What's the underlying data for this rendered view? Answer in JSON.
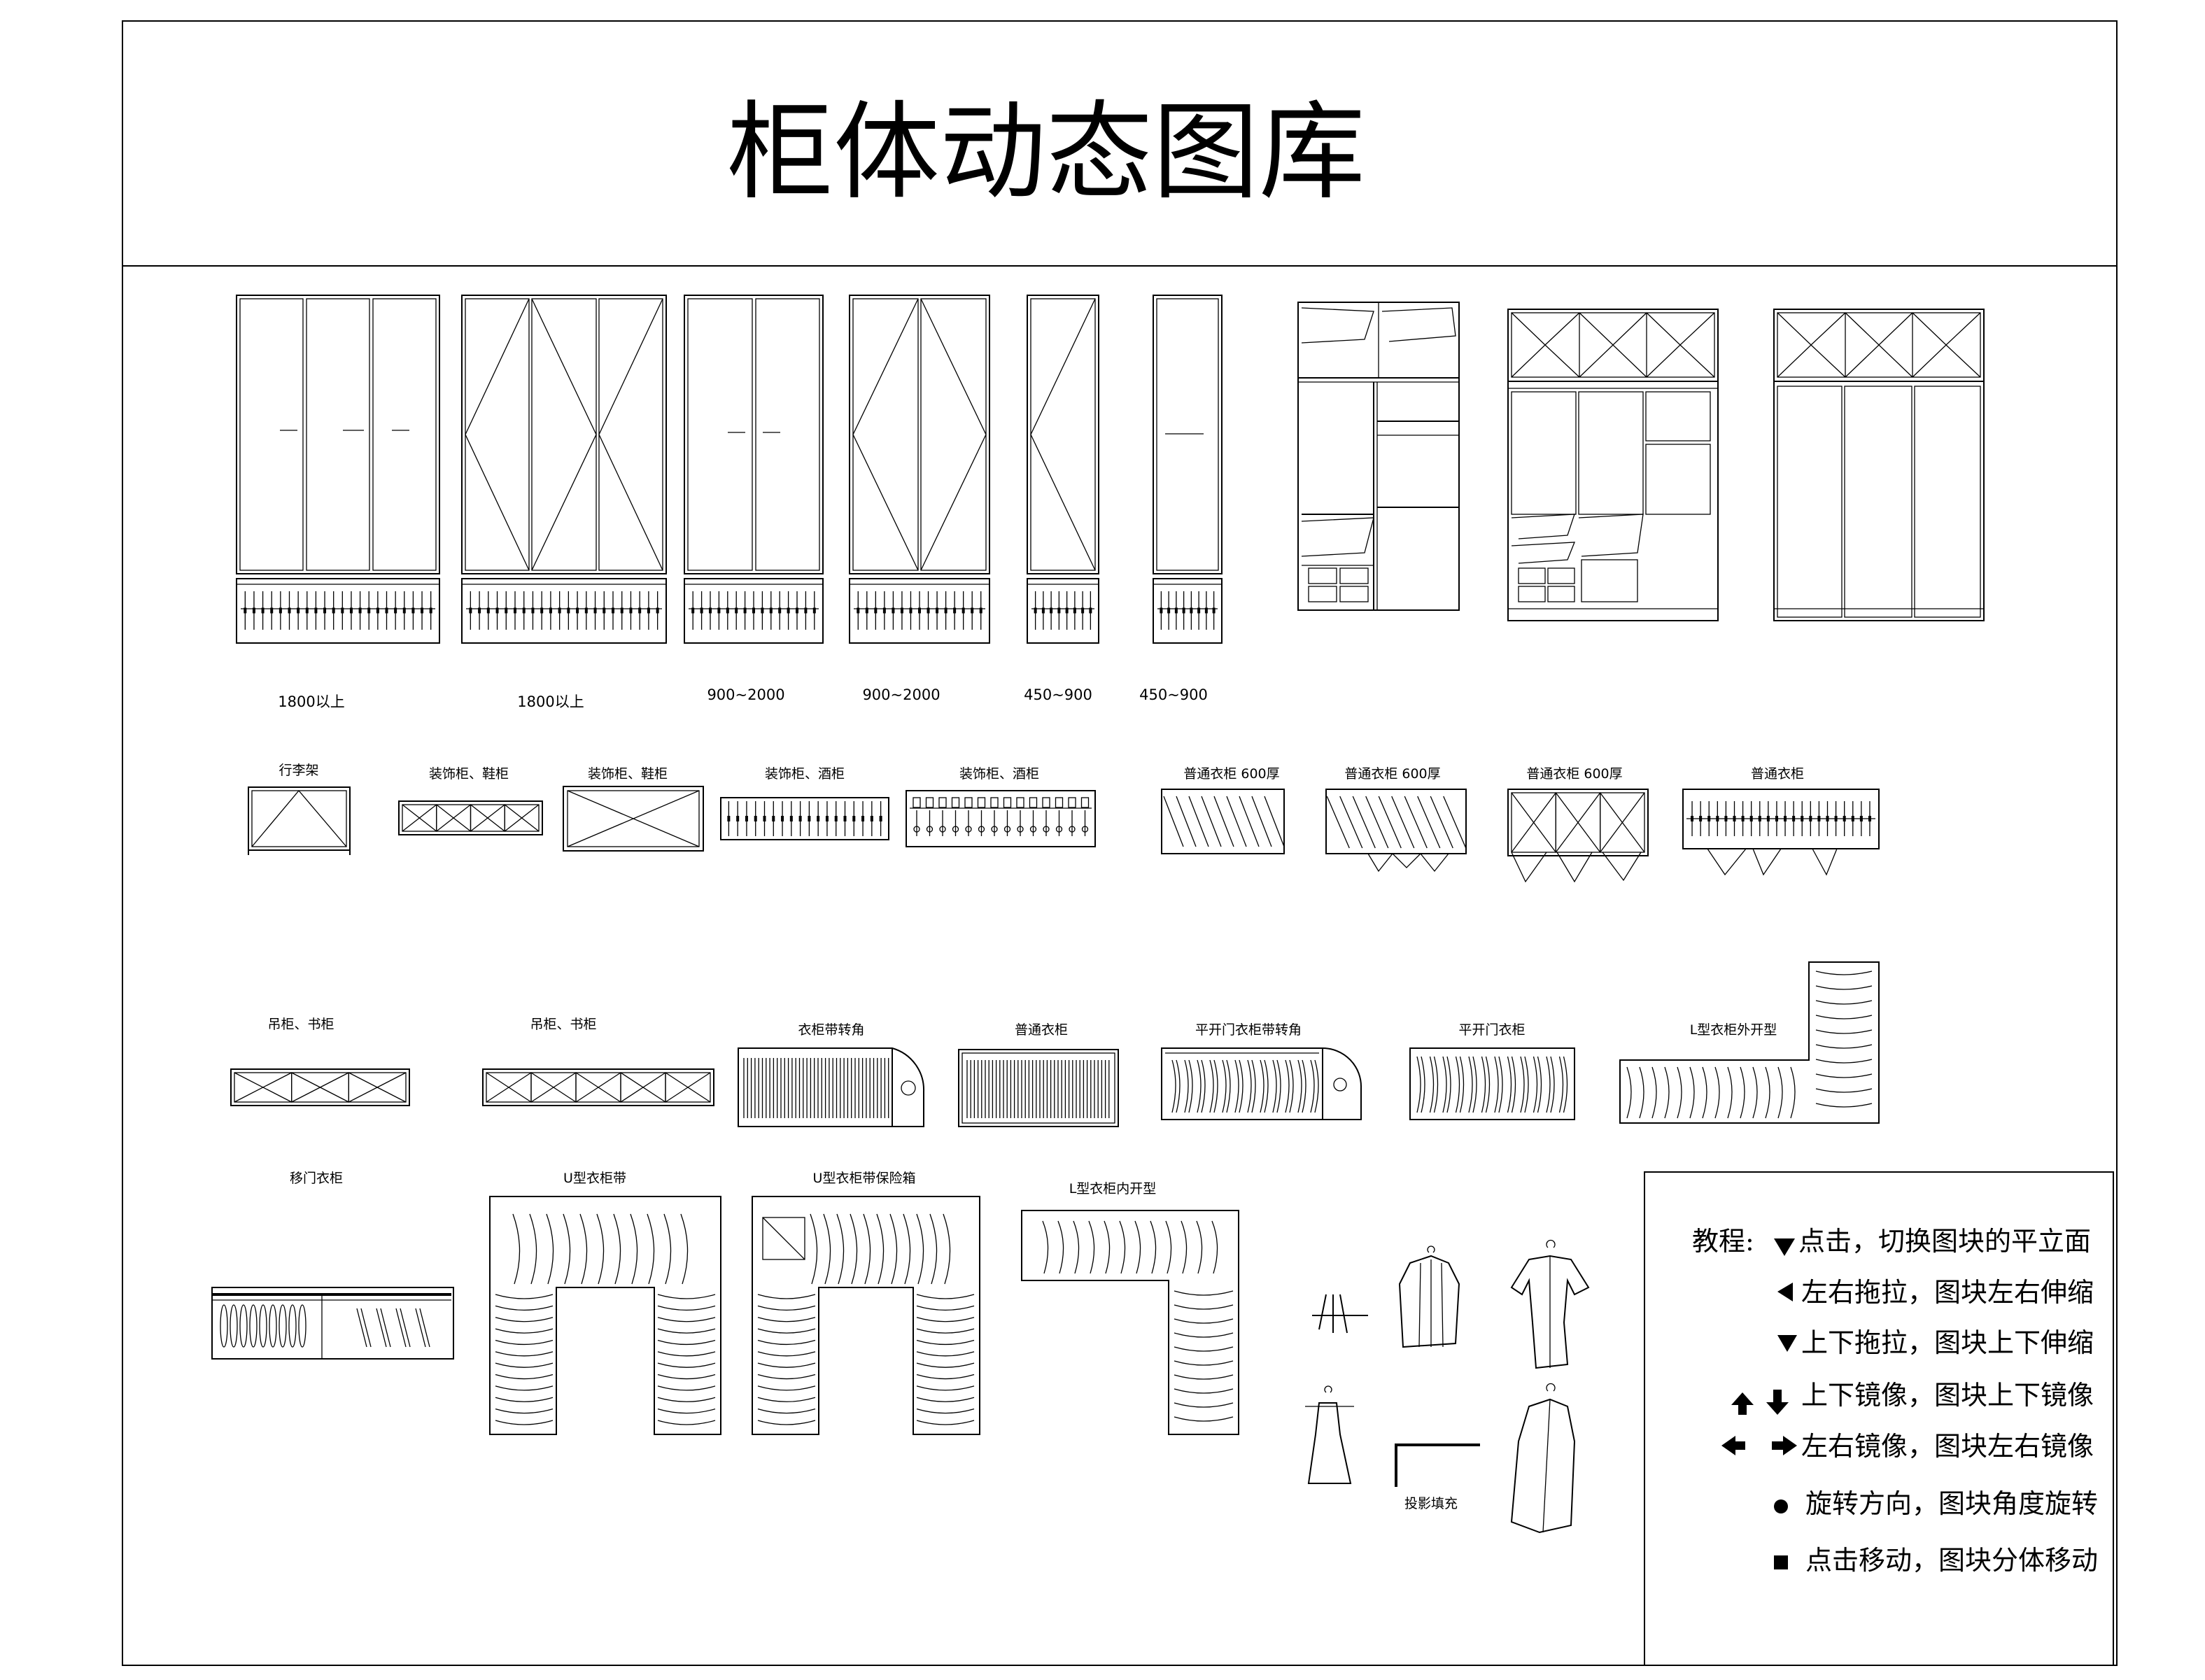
{
  "title": "柜体动态图库",
  "elevation_labels": [
    "1800以上",
    "1800以上",
    "900~2000",
    "900~2000",
    "450~900",
    "450~900"
  ],
  "row2_labels": [
    "行李架",
    "装饰柜、鞋柜",
    "装饰柜、鞋柜",
    "装饰柜、酒柜",
    "装饰柜、酒柜",
    "普通衣柜 600厚",
    "普通衣柜 600厚",
    "普通衣柜 600厚",
    "普通衣柜"
  ],
  "row3_labels": [
    "吊柜、书柜",
    "吊柜、书柜",
    "衣柜带转角",
    "普通衣柜",
    "平开门衣柜带转角",
    "平开门衣柜",
    "L型衣柜外开型"
  ],
  "row4_labels": [
    "移门衣柜",
    "U型衣柜带",
    "U型衣柜带保险箱",
    "L型衣柜内开型"
  ],
  "projection_label": "投影填充",
  "tutorial": {
    "heading": "教程:",
    "items": [
      {
        "icon": "triangle-down-icon",
        "text": "点击，切换图块的平立面"
      },
      {
        "icon": "triangle-left-icon",
        "text": "左右拖拉，图块左右伸缩"
      },
      {
        "icon": "triangle-down-icon",
        "text": "上下拖拉，图块上下伸缩"
      },
      {
        "icon": "up-down-arrows-icon",
        "text": "上下镜像，图块上下镜像"
      },
      {
        "icon": "left-right-arrows-icon",
        "text": "左右镜像，图块左右镜像"
      },
      {
        "icon": "dot-icon",
        "text": "旋转方向，图块角度旋转"
      },
      {
        "icon": "square-icon",
        "text": "点击移动，图块分体移动"
      }
    ]
  }
}
